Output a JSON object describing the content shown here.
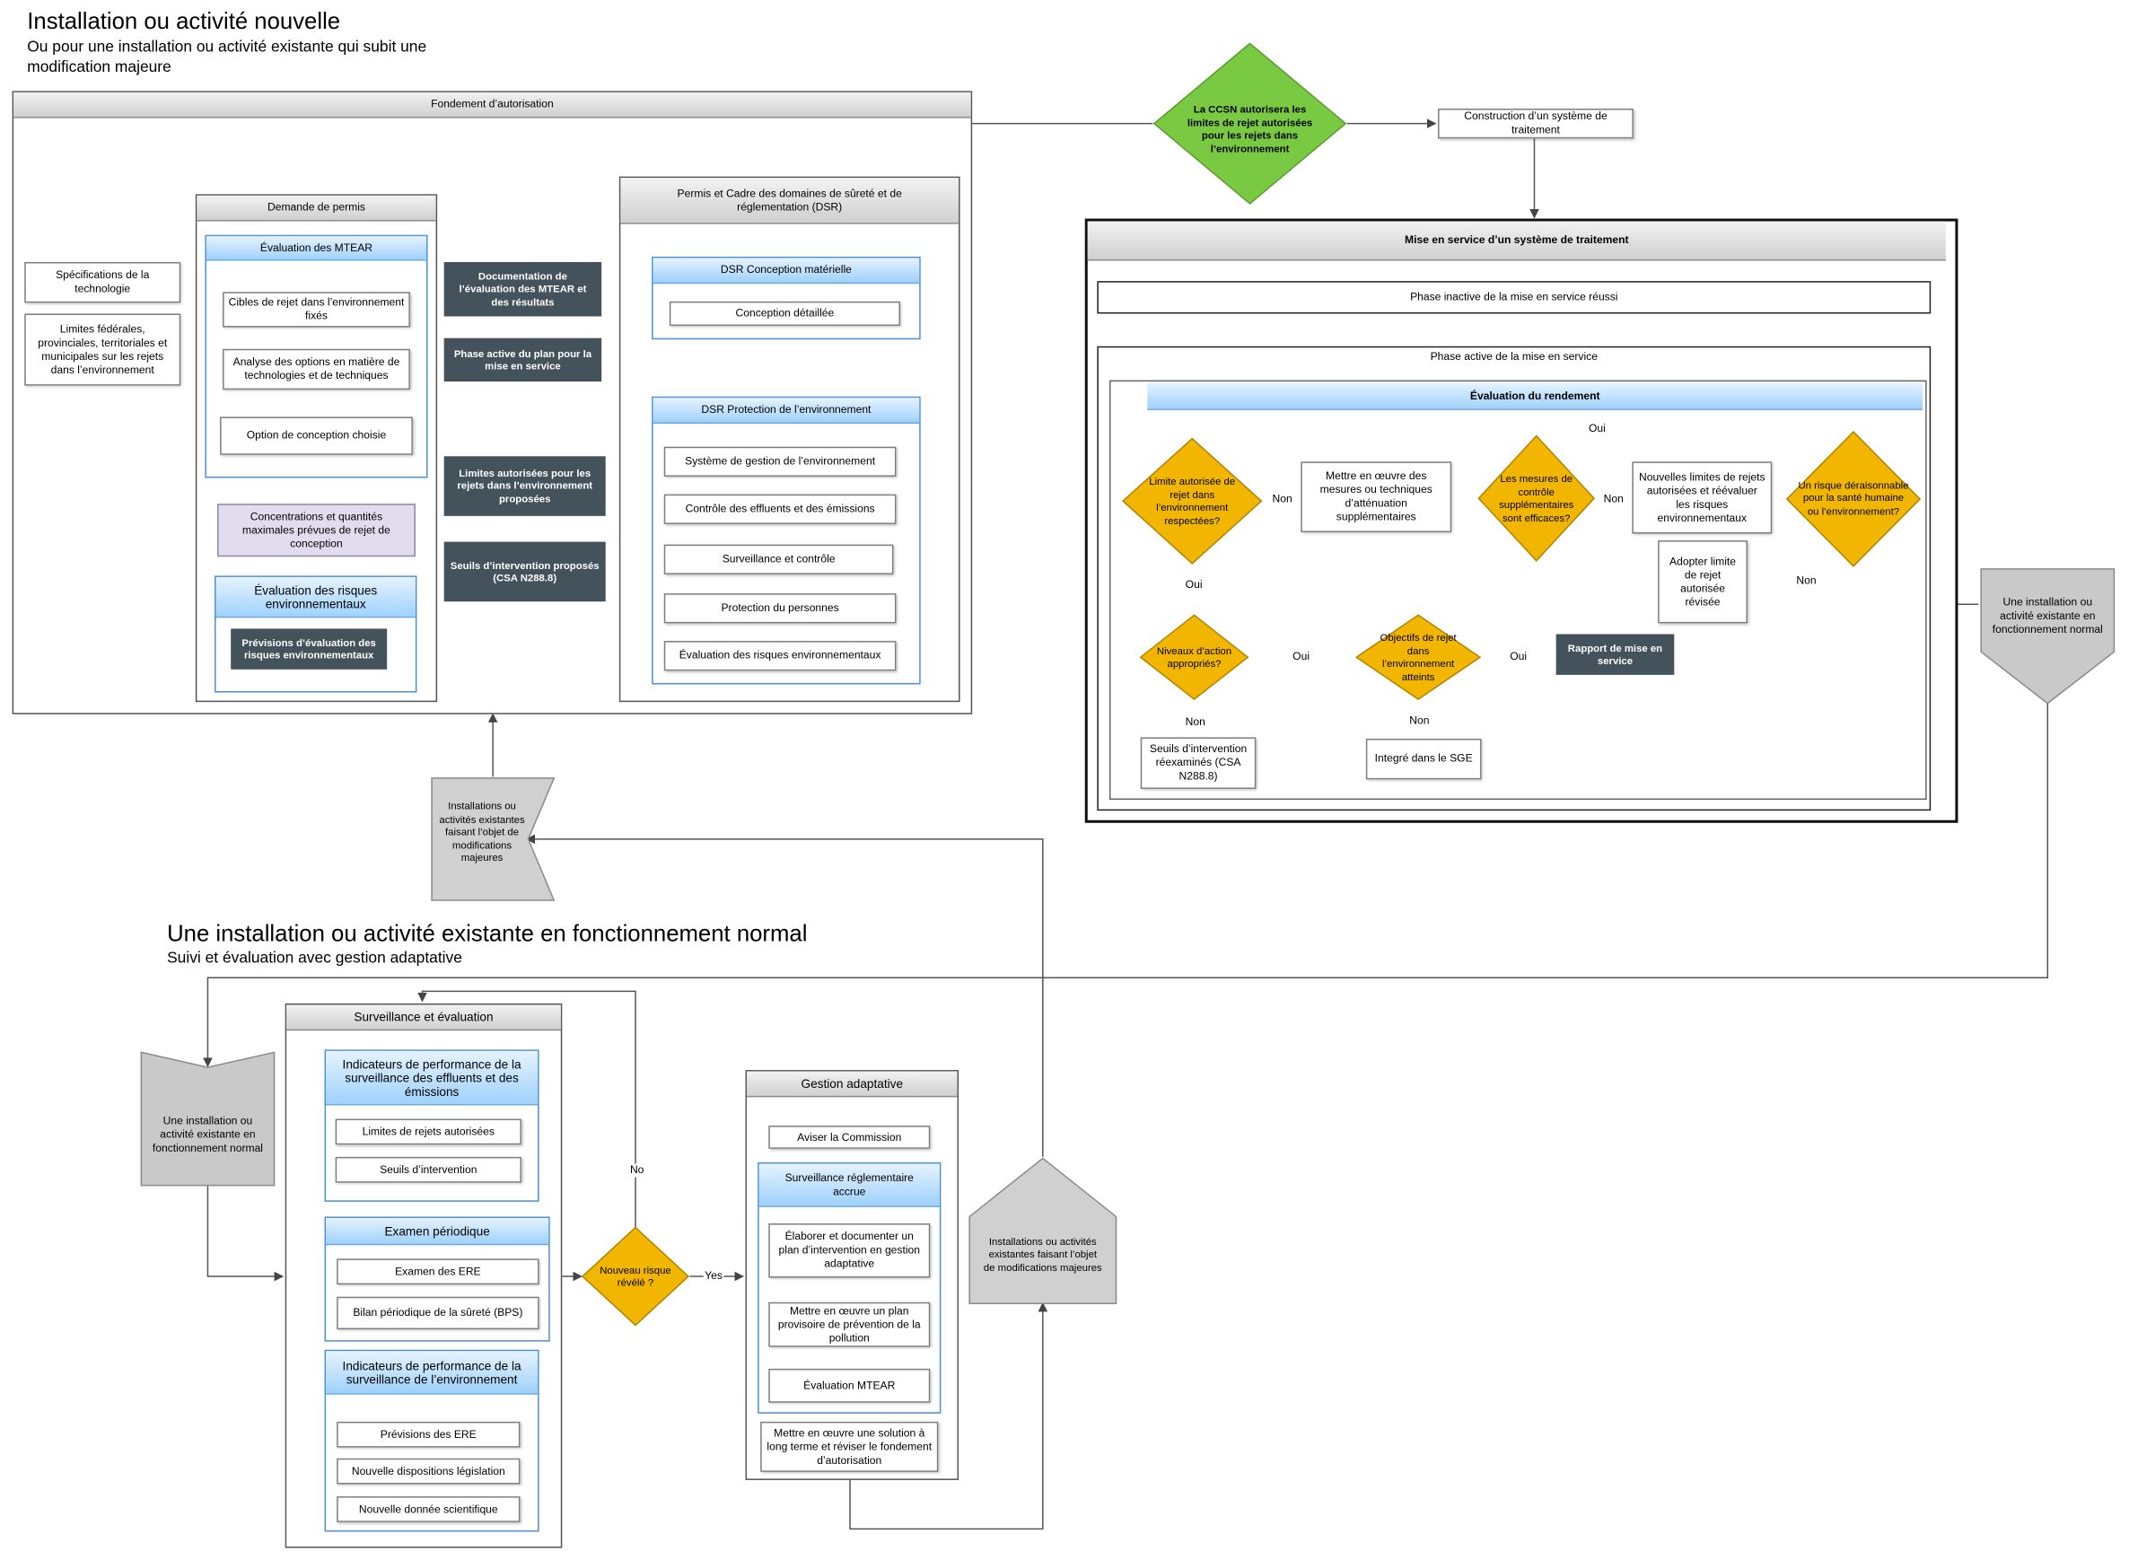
{
  "colors": {
    "diamond_orange": "#f2b600",
    "diamond_green": "#7ac943",
    "doc_dark": "#44535b",
    "header_blue": "#9fd1fb",
    "header_grey": "#d0d0d0",
    "purple_box": "#e2dcef",
    "connector": "#555555"
  },
  "top_section": {
    "title": "Installation ou activité nouvelle",
    "subtitle_line1": "Ou pour une installation ou activité existante qui subit une",
    "subtitle_line2": "modification majeure"
  },
  "fondement": {
    "header": "Fondement d’autorisation",
    "inputs": {
      "spec": "Spécifications de la technologie",
      "limits": "Limites fédérales, provinciales, territoriales et municipales sur les rejets dans l’environnement"
    },
    "demande": {
      "header": "Demande de permis",
      "mtear": {
        "header": "Évaluation des MTEAR",
        "step1": "Cibles de rejet dans l’environnement fixés",
        "step2": "Analyse des options en matière de technologies et de techniques",
        "step3": "Option de conception choisie"
      },
      "concentrations": "Concentrations et quantités maximales prévues de rejet de conception",
      "risques": {
        "header": "Évaluation des risques environnementaux",
        "doc": "Prévisions d’évaluation des risques environnementaux"
      }
    },
    "docs": {
      "doc1": "Documentation de l’évaluation des MTEAR et des résultats",
      "doc2": "Phase active du plan pour la mise en service",
      "doc3": "Limites autorisées pour les rejets dans l’environnement proposées",
      "doc4": "Seuils d’intervention proposés (CSA N288.8)"
    },
    "permis": {
      "header": "Permis et Cadre des domaines de sûreté et de réglementation (DSR)",
      "conception": {
        "header": "DSR Conception matérielle",
        "item": "Conception détaillée"
      },
      "protection": {
        "header": "DSR Protection de l’environnement",
        "items": [
          "Système de gestion de l’environnement",
          "Contrôle des effluents et des émissions",
          "Surveillance et contrôle",
          "Protection du personnes",
          "Évaluation des risques environnementaux"
        ]
      }
    }
  },
  "ccsn_decision": "La CCSN autorisera les limites de rejet autorisées pour les rejets dans l’environnement",
  "construction": "Construction d’un système de traitement",
  "mise_en_service": {
    "header": "Mise en service d’un système de traitement",
    "inactive": "Phase inactive de la mise en service réussi",
    "active": "Phase active de la mise en service",
    "rendement": {
      "header": "Évaluation du rendement",
      "d1": "Limite autorisée de rejet dans l’environnement respectées?",
      "b1": "Mettre en œuvre des mesures ou techniques d’atténuation supplémentaires",
      "d2": "Les mesures de contrôle supplémentaires sont efficaces?",
      "b2": "Nouvelles limites de rejets autorisées et réévaluer les risques environnementaux",
      "d3": "Un risque déraisonnable pour la santé humaine ou l’environnement?",
      "b3": "Adopter limite de rejet autorisée révisée",
      "d4": "Niveaux d’action appropriés?",
      "b4": "Seuils d’intervention réexaminés (CSA N288.8)",
      "d5": "Objectifs de rejet dans l’environnement atteints",
      "b5": "Integré dans le SGE",
      "doc": "Rapport de mise en service"
    }
  },
  "labels": {
    "oui": "Oui",
    "non": "Non",
    "yes": "Yes",
    "no": "No"
  },
  "normal_ops_right": "Une installation ou activité existante en fonctionnement normal",
  "existing_major_top": "Installations ou activités existantes faisant l’objet de modifications majeures",
  "bottom_section": {
    "title": "Une installation ou activité existante en fonctionnement normal",
    "subtitle": "Suivi et évaluation avec gestion adaptative"
  },
  "normal_ops_left": "Une installation ou activité existante en fonctionnement normal",
  "surveillance": {
    "header": "Surveillance et évaluation",
    "g1": {
      "header": "Indicateurs de performance de la surveillance des effluents et des émissions",
      "items": [
        "Limites de rejets autorisées",
        "Seuils d’intervention"
      ]
    },
    "g2": {
      "header": "Examen périodique",
      "items": [
        "Examen des ERE",
        "Bilan périodique de la sûreté (BPS)"
      ]
    },
    "g3": {
      "header": "Indicateurs de performance de la surveillance de l’environnement",
      "items": [
        "Prévisions des ERE",
        "Nouvelle dispositions législation",
        "Nouvelle donnée scientifique"
      ]
    }
  },
  "nouveau_risque": "Nouveau risque révélé ?",
  "gestion": {
    "header": "Gestion adaptative",
    "aviser": "Aviser la Commission",
    "accrue_header": "Surveillance réglementaire accrue",
    "items": [
      "Élaborer et documenter un plan d’intervention en gestion adaptative",
      "Mettre en œuvre un plan provisoire de prévention de la pollution",
      "Évaluation MTEAR"
    ],
    "final": "Mettre en œuvre une solution à long terme et réviser le fondement d’autorisation"
  },
  "existing_major_bottom": "Installations ou activités existantes faisant l’objet de modifications majeures"
}
